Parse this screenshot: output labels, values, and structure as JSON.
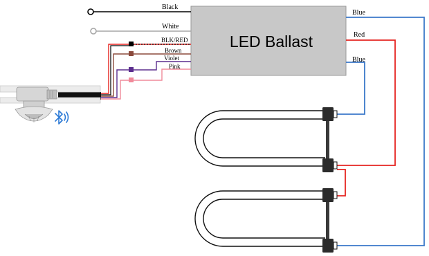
{
  "ballast": {
    "label": "LED Ballast"
  },
  "input_wires": {
    "black": "Black",
    "white": "White",
    "blk_red": "BLK/RED",
    "brown": "Brown",
    "violet": "Violet",
    "pink": "Pink"
  },
  "output_wires": {
    "blue_top": "Blue",
    "red": "Red",
    "blue_mid": "Blue"
  },
  "colors": {
    "black": "#000000",
    "white": "#a6a6a6",
    "red": "#e52420",
    "brown": "#8b4a3c",
    "violet": "#5b2d8e",
    "pink": "#f08a9a",
    "blue": "#3a78c9",
    "ballast_fill": "#c8c8c8",
    "bluetooth": "#2e7bd6"
  },
  "icons": {
    "sensor": "occupancy-sensor-icon",
    "bluetooth": "bluetooth-icon"
  }
}
